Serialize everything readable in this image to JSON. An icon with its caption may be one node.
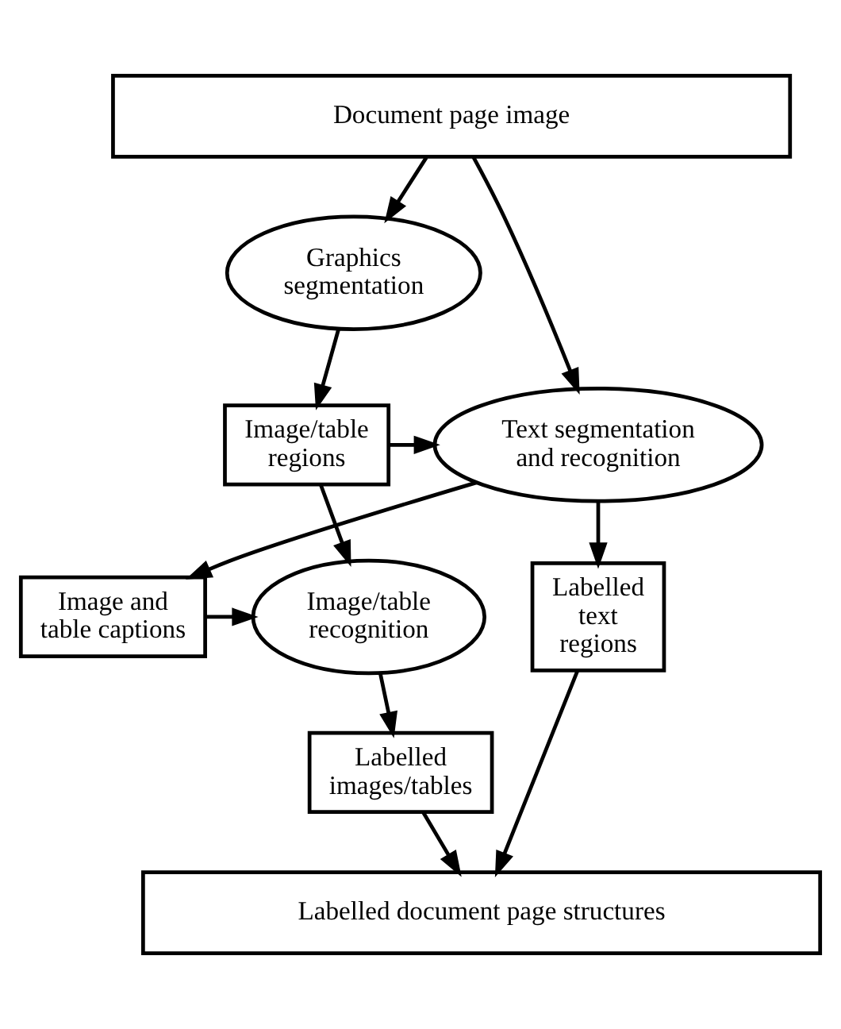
{
  "diagram": {
    "nodes": [
      {
        "text": [
          "Document page image"
        ]
      },
      {
        "text": [
          "Graphics segmentation"
        ]
      },
      {
        "text": [
          "Text segmentation and recognition"
        ]
      },
      {
        "text": [
          "Image/table regions"
        ]
      },
      {
        "text": [
          "Labelled text regions"
        ]
      },
      {
        "text": [
          "Image and table captions"
        ]
      },
      {
        "text": [
          "Image/table recognition"
        ]
      },
      {
        "text": [
          "Labelled images/tables"
        ]
      },
      {
        "text": [
          "Labelled document page structures"
        ]
      }
    ],
    "edges": [
      {
        "from": 0,
        "to": 2,
        "arrow": "to"
      },
      {
        "from": 0,
        "to": 1,
        "arrow": "to"
      },
      {
        "from": 1,
        "to": 3,
        "arrow": "to"
      },
      {
        "from": 3,
        "to": 2,
        "arrow": "to"
      },
      {
        "from": 2,
        "to": 4,
        "arrow": "to"
      },
      {
        "from": 2,
        "to": 5,
        "arrow": "to"
      },
      {
        "from": 3,
        "to": 6,
        "arrow": "to"
      },
      {
        "from": 5,
        "to": 6,
        "arrow": "to"
      },
      {
        "from": 6,
        "to": 7,
        "arrow": "to"
      },
      {
        "from": 4,
        "to": 8,
        "arrow": "to"
      },
      {
        "from": 7,
        "to": 8,
        "arrow": "to"
      }
    ]
  }
}
